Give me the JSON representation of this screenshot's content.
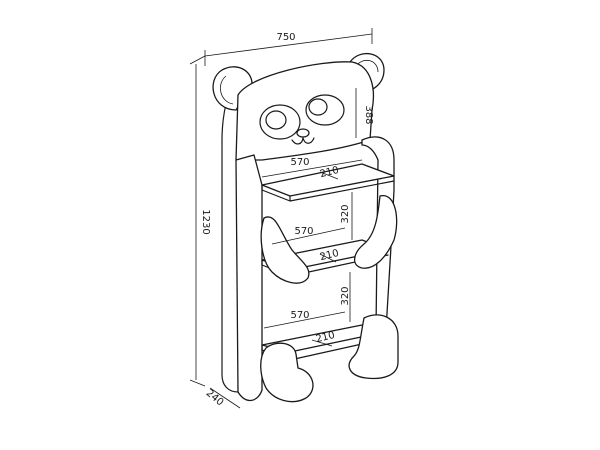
{
  "dimensions": {
    "overall_width": "750",
    "overall_height": "1230",
    "depth": "240",
    "head_height": "388",
    "shelf_width_top": "570",
    "shelf_width_middle": "570",
    "shelf_width_bottom": "570",
    "shelf_depth_top": "210",
    "shelf_depth_middle": "210",
    "shelf_depth_bottom": "210",
    "gap_upper": "320",
    "gap_lower": "320"
  }
}
